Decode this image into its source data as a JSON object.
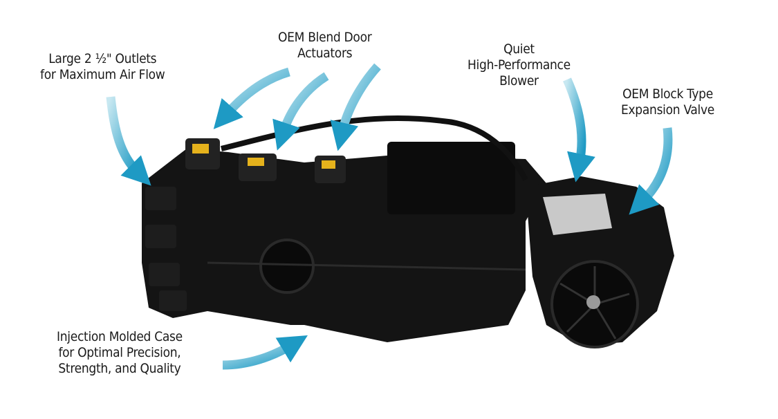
{
  "callouts": {
    "outlets": [
      "Large 2 ½\" Outlets",
      "for Maximum Air Flow"
    ],
    "actuators": [
      "OEM Blend Door",
      "Actuators"
    ],
    "blower": [
      "Quiet",
      "High-Performance",
      "Blower"
    ],
    "valve": [
      "OEM Block Type",
      "Expansion Valve"
    ],
    "case": [
      "Injection Molded Case",
      "for Optimal Precision,",
      "Strength, and Quality"
    ]
  },
  "colors": {
    "arrow_light": "#bfe3ee",
    "arrow_dark": "#1e9ac4",
    "product": "#141414"
  }
}
